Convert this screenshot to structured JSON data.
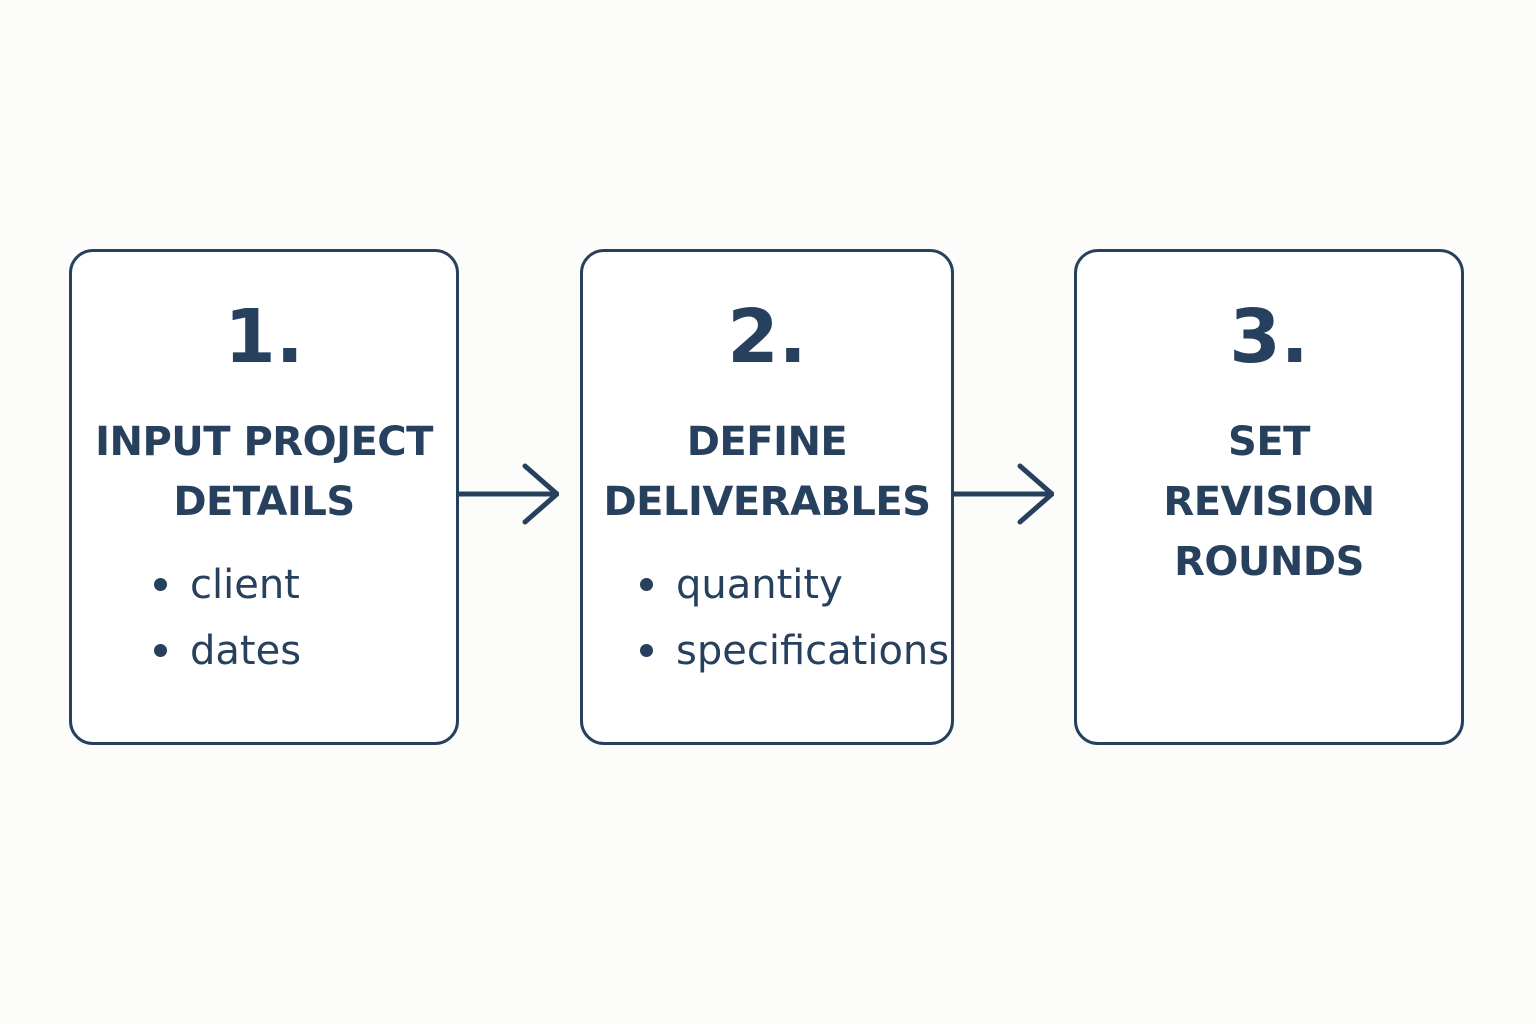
{
  "diagram": {
    "colors": {
      "stroke": "#26405e",
      "background": "#fcfcfa",
      "box_fill": "#ffffff"
    },
    "steps": [
      {
        "number": "1.",
        "title_lines": [
          "INPUT PROJECT",
          "DETAILS"
        ],
        "bullets": [
          "client",
          "dates"
        ]
      },
      {
        "number": "2.",
        "title_lines": [
          "DEFINE",
          "DELIVERABLES"
        ],
        "bullets": [
          "quantity",
          "specifications"
        ]
      },
      {
        "number": "3.",
        "title_lines": [
          "SET",
          "REVISION",
          "ROUNDS"
        ],
        "bullets": []
      }
    ],
    "connectors": [
      {
        "from": "1.",
        "to": "2.",
        "icon": "arrow-right-icon"
      },
      {
        "from": "2.",
        "to": "3.",
        "icon": "arrow-right-icon"
      }
    ]
  }
}
